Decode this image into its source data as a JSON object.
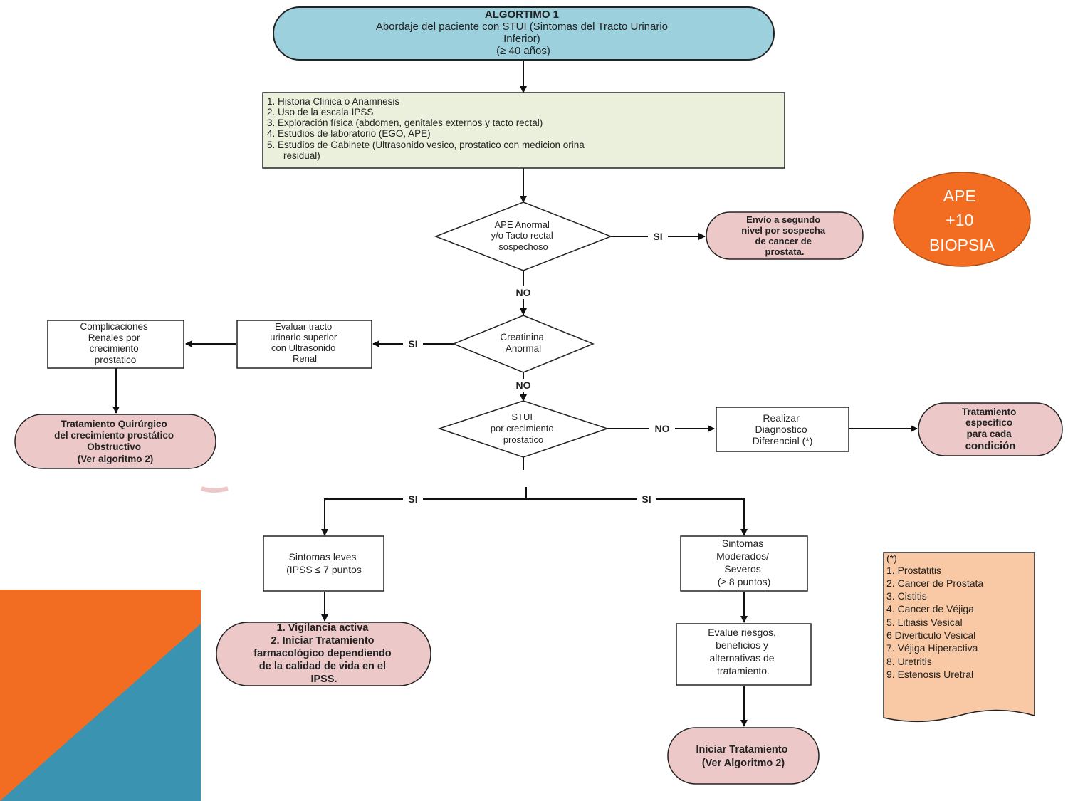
{
  "start": {
    "lines": [
      "ALGORTIMO 1",
      "Abordaje del paciente con STUI (Sintomas del Tracto Urinario",
      "Inferior)",
      "(≥ 40 años)"
    ]
  },
  "steps": {
    "lines": [
      "1. Historia Clinica o Anamnesis",
      "2. Uso de la escala IPSS",
      "3. Exploración física (abdomen, genitales externos y tacto rectal)",
      "4. Estudios de laboratorio (EGO, APE)",
      "5. Estudios de Gabinete (Ultrasonido vesico, prostatico con medicion orina",
      "residual)"
    ]
  },
  "decision_ape": {
    "lines": [
      "APE Anormal",
      "y/o Tacto rectal",
      "sospechoso"
    ]
  },
  "envio": {
    "lines": [
      "Envío a segundo",
      "nivel por sospecha",
      "de cancer de",
      "prostata."
    ]
  },
  "callout": {
    "lines": [
      "APE",
      "+10",
      "BIOPSIA"
    ]
  },
  "decision_creatinina": {
    "lines": [
      "Creatinina",
      "Anormal"
    ]
  },
  "evaluar": {
    "lines": [
      "Evaluar tracto",
      "urinario superior",
      "con Ultrasonido",
      "Renal"
    ]
  },
  "complicaciones": {
    "lines": [
      "Complicaciones",
      "Renales por",
      "crecimiento",
      "prostatico"
    ]
  },
  "tratamiento_quirurgico": {
    "lines": [
      "Tratamiento Quirúrgico",
      "del crecimiento prostático",
      "Obstructivo",
      "(Ver algoritmo 2)"
    ]
  },
  "decision_stui": {
    "lines": [
      "STUI",
      "por crecimiento",
      "prostatico"
    ]
  },
  "diagnostico": {
    "lines": [
      "Realizar",
      "Diagnostico",
      "Diferencial (*)"
    ]
  },
  "tratamiento_especifico": {
    "lines": [
      "Tratamiento",
      "específico",
      "para cada",
      "condición"
    ]
  },
  "leves": {
    "lines": [
      "Sintomas leves",
      "(IPSS ≤ 7 puntos"
    ]
  },
  "vigilancia": {
    "lines": [
      "1. Vigilancia activa",
      "2. Iniciar Tratamiento",
      "farmacológico dependiendo",
      "de la calidad de vida en el",
      "IPSS."
    ]
  },
  "moderados": {
    "lines": [
      "Sintomas",
      "Moderados/",
      "Severos",
      "(≥ 8 puntos)"
    ]
  },
  "evalue": {
    "lines": [
      "Evalue riesgos,",
      "beneficios y",
      "alternativas de",
      "tratamiento."
    ]
  },
  "iniciar": {
    "lines": [
      "Iniciar Tratamiento",
      "(Ver Algoritmo 2)"
    ]
  },
  "note": {
    "lines": [
      "(*)",
      "1. Prostatitis",
      "2. Cancer de Prostata",
      "3. Cistitis",
      "4. Cancer de Véjiga",
      "5. Litiasis Vesical",
      "6 Diverticulo Vesical",
      "7. Véjiga Hiperactiva",
      "8. Uretritis",
      "9. Estenosis Uretral"
    ]
  },
  "labels": {
    "si_ape": "SI",
    "no_ape": "NO",
    "si_creatinina": "SI",
    "no_creatinina": "NO",
    "no_stui": "NO",
    "si_left": "SI",
    "si_right": "SI"
  },
  "colors": {
    "start_fill": "#9dd0dd",
    "steps_fill": "#ebf0dc",
    "terminal_fill": "#ecc8c8",
    "note_fill": "#f8c9a4",
    "callout_fill": "#f26d22",
    "corner_orange": "#f26d22",
    "corner_blue": "#3a93b0"
  }
}
